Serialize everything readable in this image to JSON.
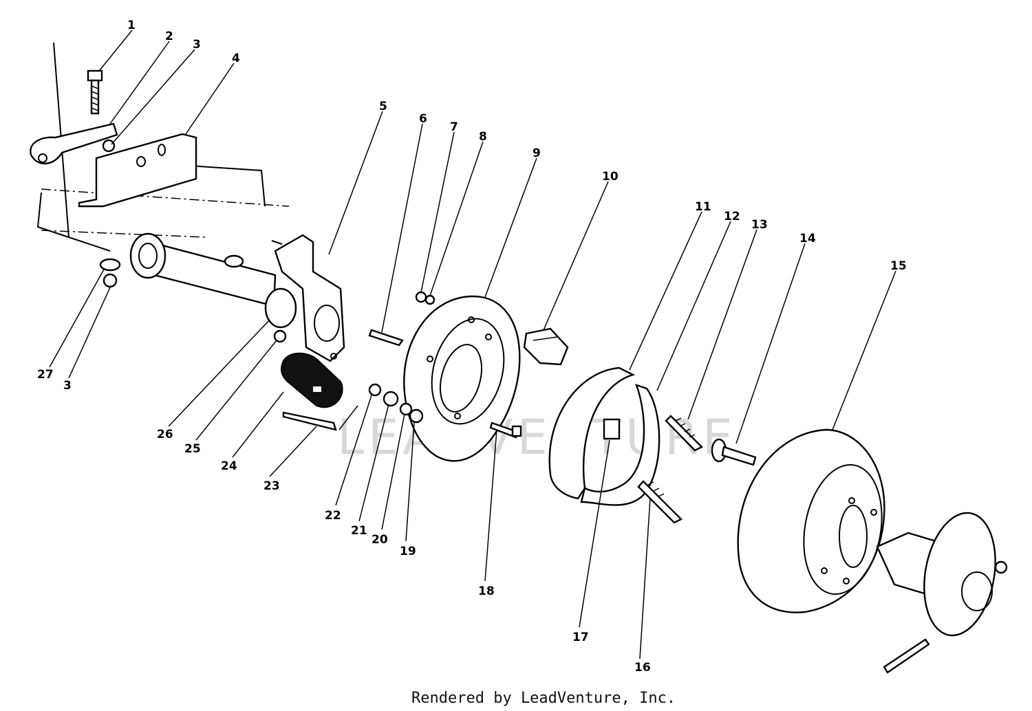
{
  "diagram": {
    "callouts": [
      "1",
      "2",
      "3",
      "4",
      "5",
      "6",
      "7",
      "8",
      "9",
      "10",
      "11",
      "12",
      "13",
      "14",
      "15",
      "3",
      "27",
      "26",
      "25",
      "24",
      "23",
      "22",
      "21",
      "20",
      "19",
      "18",
      "17",
      "16"
    ],
    "footer": "Rendered by LeadVenture, Inc.",
    "watermark": "LEADVENTURE"
  }
}
